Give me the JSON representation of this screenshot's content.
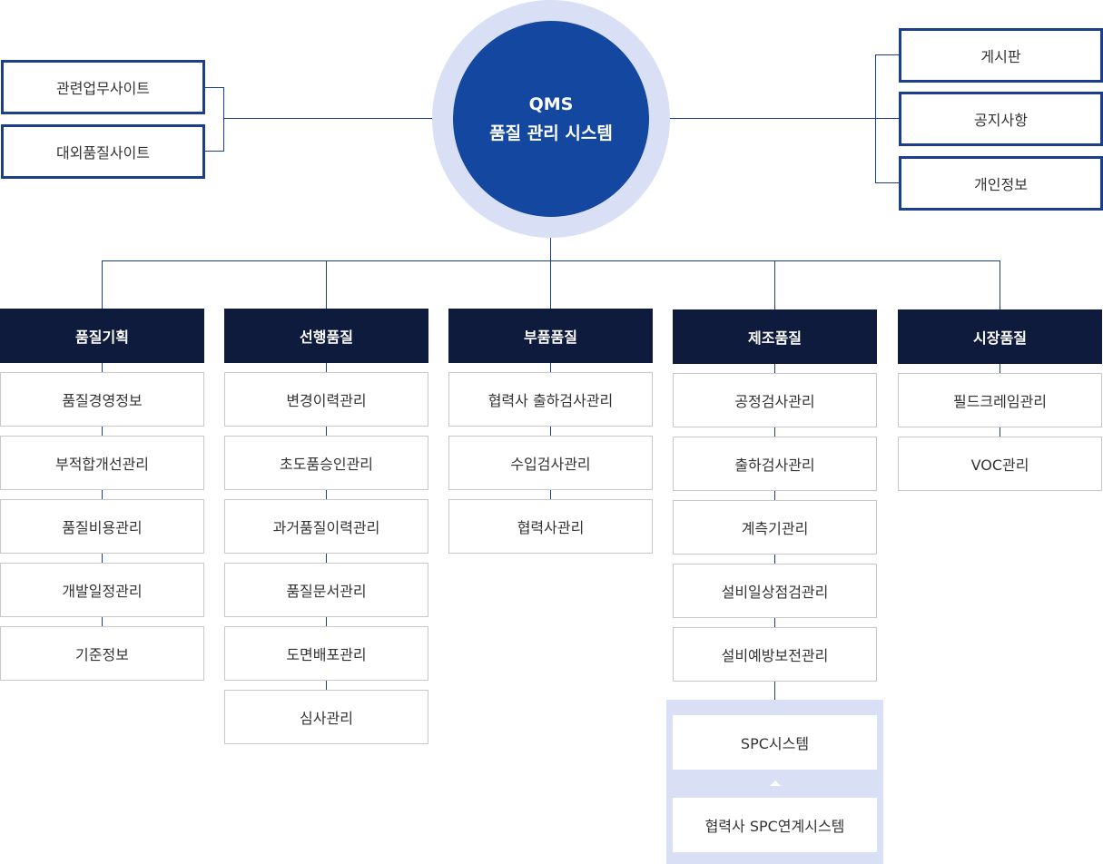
{
  "hub": {
    "line1": "QMS",
    "line2": "품질 관리 시스템"
  },
  "left_links": [
    "관련업무사이트",
    "대외품질사이트"
  ],
  "right_links": [
    "게시판",
    "공지사항",
    "개인정보"
  ],
  "categories": [
    {
      "title": "품질기획",
      "items": [
        "품질경영정보",
        "부적합개선관리",
        "품질비용관리",
        "개발일정관리",
        "기준정보"
      ]
    },
    {
      "title": "선행품질",
      "items": [
        "변경이력관리",
        "초도품승인관리",
        "과거품질이력관리",
        "품질문서관리",
        "도면배포관리",
        "심사관리"
      ]
    },
    {
      "title": "부품품질",
      "items": [
        "협력사 출하검사관리",
        "수입검사관리",
        "협력사관리"
      ]
    },
    {
      "title": "제조품질",
      "items": [
        "공정검사관리",
        "출하검사관리",
        "계측기관리",
        "설비일상점검관리",
        "설비예방보전관리"
      ]
    },
    {
      "title": "시장품질",
      "items": [
        "필드크레임관리",
        "VOC관리"
      ]
    }
  ],
  "spc": {
    "top": "SPC시스템",
    "bottom": "협력사 SPC연계시스템"
  },
  "colors": {
    "hub": "#1448a0",
    "hub_ring": "#d9e0f5",
    "category_bg": "#0f1b3d",
    "line": "#1c3f8c",
    "box_border": "#c8c8c8"
  }
}
